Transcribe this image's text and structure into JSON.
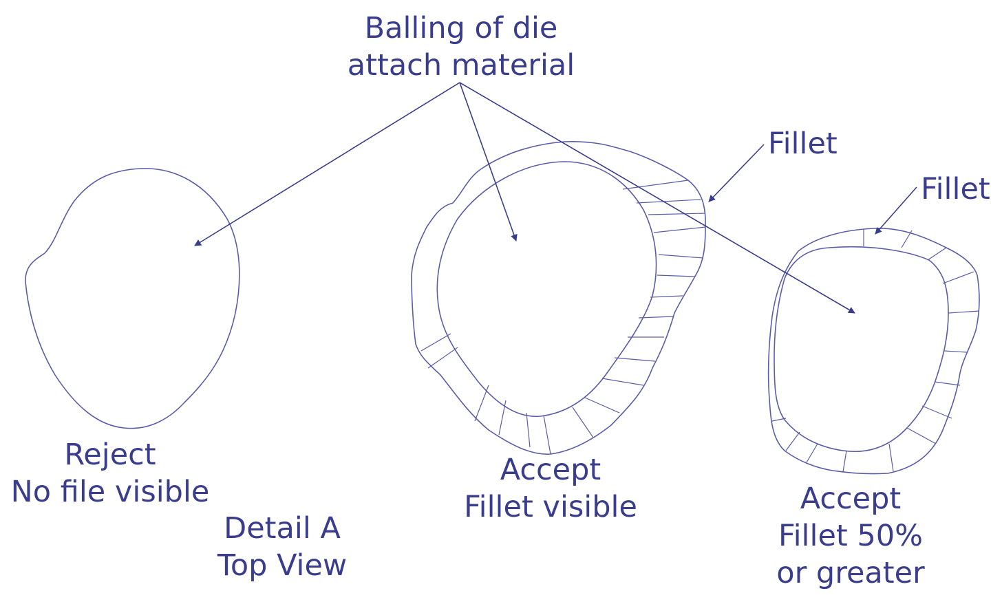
{
  "callouts": {
    "balling_line1": "Balling of die",
    "balling_line2": "attach material",
    "fillet_middle": "Fillet",
    "fillet_right": "Fillet"
  },
  "left_shape": {
    "line1": "Reject",
    "line2": "No file visible"
  },
  "detail": {
    "line1": "Detail A",
    "line2": "Top View"
  },
  "middle_shape": {
    "line1": "Accept",
    "line2": "Fillet visible"
  },
  "right_shape": {
    "line1": "Accept",
    "line2": "Fillet 50%",
    "line3": "or greater"
  },
  "colors": {
    "text": "#3a3d8c",
    "lines": "#5a5ca8",
    "background": "#ffffff"
  }
}
